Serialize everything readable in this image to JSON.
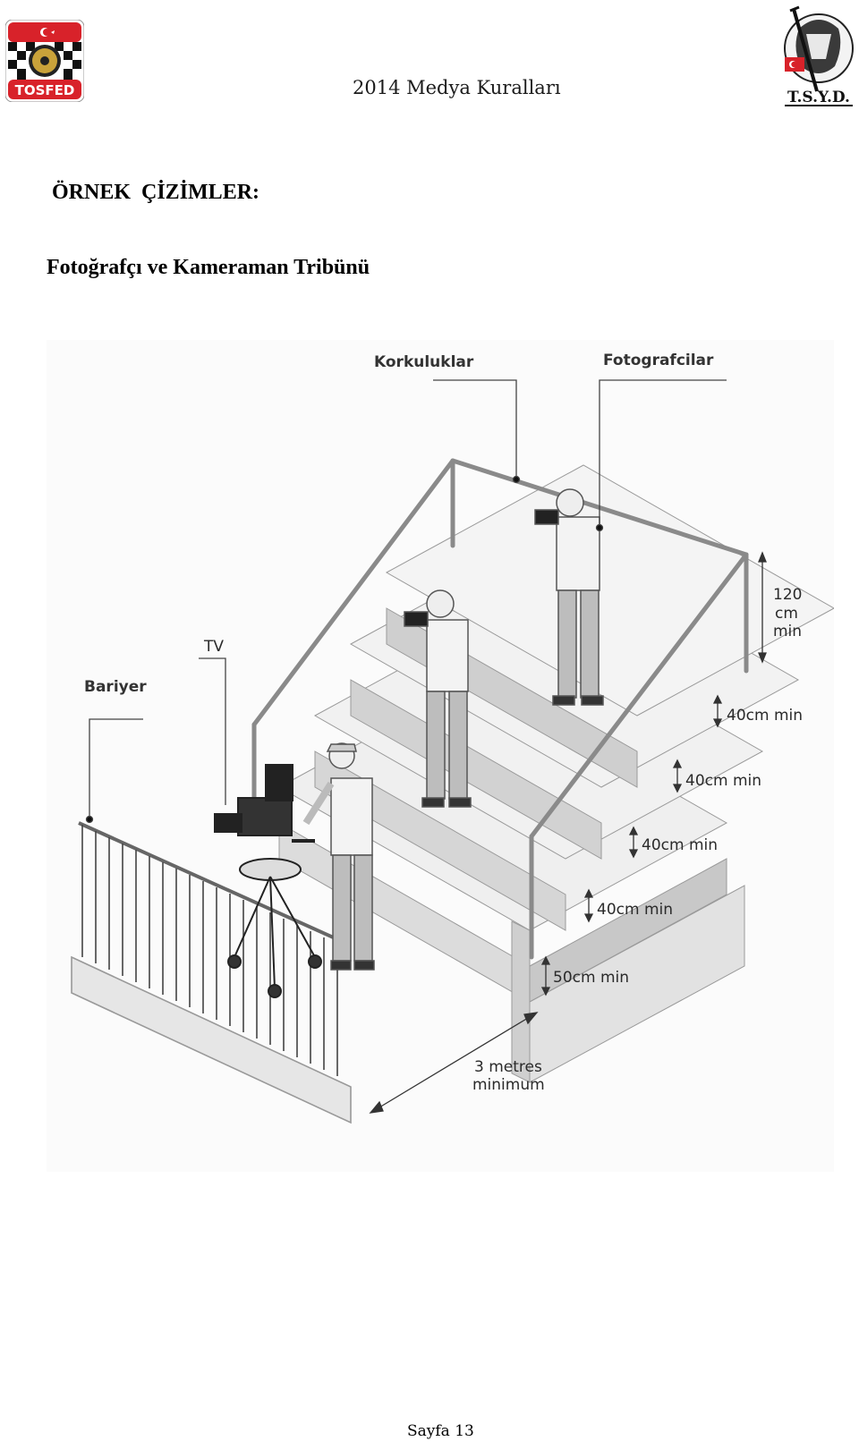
{
  "header": {
    "title": "2014 Medya Kuralları",
    "logo_left_text": "TOSFED",
    "logo_right_text": "T.S.Y.D."
  },
  "section_title": "ÖRNEK  ÇİZİMLER:",
  "subtitle": "Fotoğrafçı ve Kameraman Tribünü",
  "diagram": {
    "labels": {
      "railings": "Korkuluklar",
      "photographers": "Fotografcilar",
      "tv": "TV",
      "barrier": "Bariyer",
      "height_120_a": "120",
      "height_120_b": "cm",
      "height_120_c": "min",
      "step_1": "40cm min",
      "step_2": "40cm min",
      "step_3": "40cm min",
      "step_4": "40cm min",
      "base": "50cm min",
      "distance_a": "3 metres",
      "distance_b": "minimum"
    }
  },
  "footer": {
    "page": "Sayfa 13"
  },
  "colors": {
    "logo_red": "#d8222a",
    "diagram_gray": "#e6e6e6",
    "line_dark": "#3a3a3a"
  }
}
